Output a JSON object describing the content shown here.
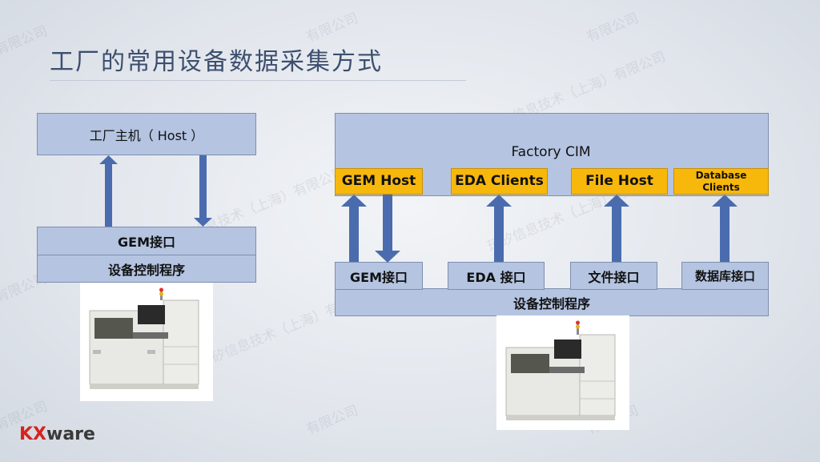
{
  "slide": {
    "title": "工厂的常用设备数据采集方式",
    "logo_kx": "KX",
    "logo_ware": "ware",
    "watermark_a": "有限公司",
    "watermark_b": "珂矽信息技术（上海）有限公司"
  },
  "left": {
    "host": "工厂主机（ Host ）",
    "gem_interface": "GEM接口",
    "control_program": "设备控制程序"
  },
  "right": {
    "factory_cim": "Factory CIM",
    "gem_host": "GEM Host",
    "eda_clients": "EDA Clients",
    "file_host": "File Host",
    "database_clients_line1": "Database",
    "database_clients_line2": "Clients",
    "gem_interface": "GEM接口",
    "eda_interface": "EDA 接口",
    "file_interface": "文件接口",
    "database_interface": "数据库接口",
    "control_program": "设备控制程序"
  },
  "colors": {
    "box_fill": "#b4c4e1",
    "host_fill": "#f8b80b",
    "arrow": "#4a6cae",
    "title": "#3d4f6e",
    "logo_red": "#d6231d"
  }
}
